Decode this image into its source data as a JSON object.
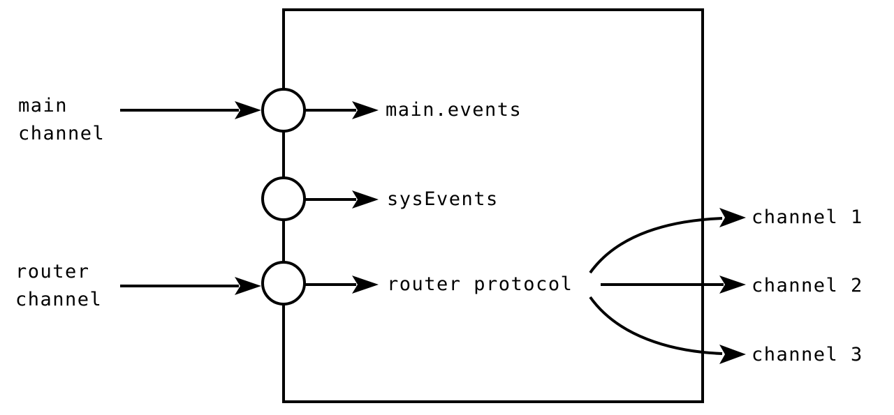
{
  "inputs": {
    "main": [
      "main",
      "channel"
    ],
    "router": [
      "router",
      "channel"
    ]
  },
  "outputs": {
    "main_events": "main.events",
    "sys_events": "sysEvents",
    "router_protocol": "router protocol"
  },
  "channels": [
    "channel 1",
    "channel 2",
    "channel 3"
  ],
  "colors": {
    "stroke": "#000000",
    "background": "#ffffff"
  }
}
